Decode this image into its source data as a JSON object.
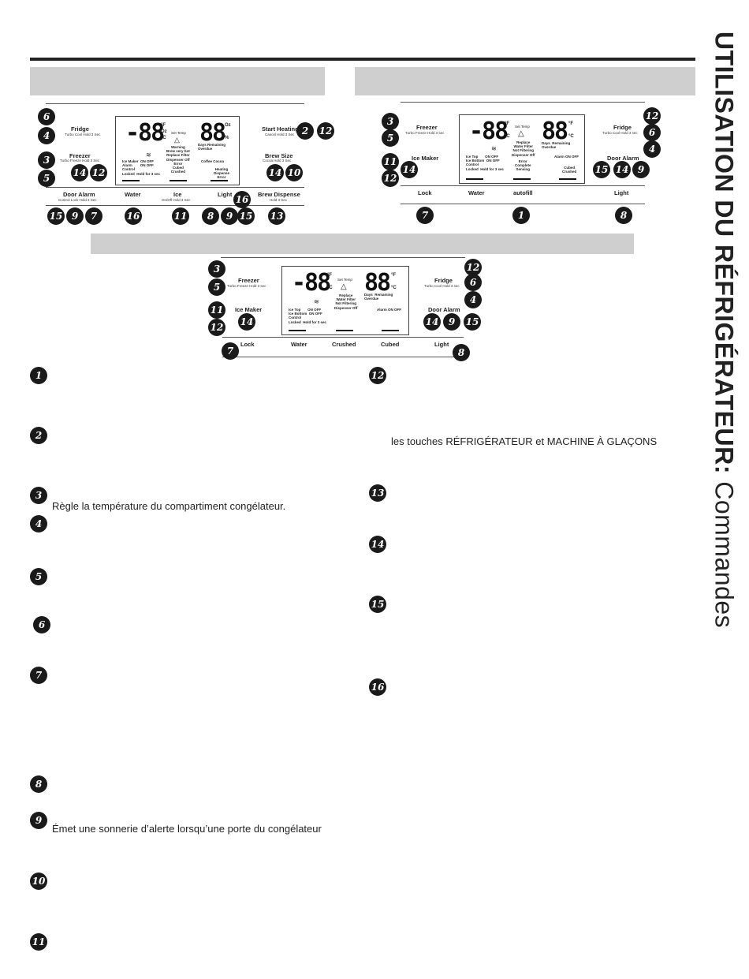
{
  "title": {
    "bold": "UTILISATION DU RÉFRIGÉRATEUR:",
    "light": " Commandes"
  },
  "panel1": {
    "lcd": {
      "big1": "-88",
      "big2": "88",
      "u_oz": "Oz",
      "u_pct": "%",
      "u_f": "°F",
      "u_c": "°C",
      "set_temp": "Set Temp",
      "warn": "Warning\nBrew very hot\nReplace Filter\nDispenser Off\nError\nCubed\nCrushed",
      "days": "Days Remaining\nOverdue",
      "icemaker": "Ice Maker  ON OFF\nAlarm        ON OFF\nControl\nLocked  Hold for 3 sec",
      "coffee": "Coffee  Cocoa",
      "heating": "Heating\nDispense\nError"
    },
    "fridge": "Fridge",
    "fridge_sub": "Turbo Cool Hold 3 Sec",
    "freezer": "Freezer",
    "freezer_sub": "Turbo Freeze Hold 3 Sec",
    "start_heating": "Start Heating",
    "start_heating_sub": "Cancel Hold 3 Sec",
    "brew_size": "Brew Size",
    "brew_size_sub": "Cocoa Hold 3 Sec",
    "door_alarm": "Door Alarm",
    "door_alarm_sub": "Control Lock Hold 3 Sec",
    "water": "Water",
    "ice": "Ice",
    "ice_sub": "On/Off Hold 3 Sec",
    "light": "Light",
    "brew_dispense": "Brew Dispense",
    "brew_dispense_sub": "Hold 3 Sec"
  },
  "panel2": {
    "lcd": {
      "big1": "-88",
      "big2": "88",
      "u_f": "°F",
      "u_c": "°C",
      "set_temp": "Set Temp",
      "replace": "Replace\nWater Filter\nNot Filtering\nDispenser Off",
      "days": "Days  Remaining\nOverdue",
      "icetop": "Ice Top       ON OFF\nIce Bottom  ON OFF\nControl\nLocked  Hold for 3 sec",
      "alarm": "Alarm ON OFF",
      "error": "Error\nComplete\nSensing",
      "cubed": "Cubed\nCrushed"
    },
    "freezer": "Freezer",
    "freezer_sub": "Turbo Freeze Hold 3 sec",
    "ice_maker": "Ice Maker",
    "fridge": "Fridge",
    "fridge_sub": "Turbo Cool Hold 3 sec",
    "door_alarm": "Door Alarm",
    "lock": "Lock",
    "water": "Water",
    "autofill": "autofill",
    "light": "Light"
  },
  "panel3": {
    "lcd": {
      "big1": "-88",
      "big2": "88",
      "u_f": "°F",
      "u_c": "°C",
      "set_temp": "Set Temp",
      "replace": "Replace\nWater Filter\nNot Filtering\nDispenser Off",
      "days": "Days  Remaining\nOverdue",
      "icetop": "Ice Top       ON OFF\nIce Bottom  ON OFF\nControl\nLocked  Hold for 3 sec",
      "alarm": "Alarm ON OFF"
    },
    "freezer": "Freezer",
    "freezer_sub": "Turbo Freeze Hold 3 sec",
    "ice_maker": "Ice Maker",
    "fridge": "Fridge",
    "fridge_sub": "Turbo Cool Hold 3 sec",
    "door_alarm": "Door Alarm",
    "lock": "Lock",
    "water": "Water",
    "crushed": "Crushed",
    "cubed": "Cubed",
    "light": "Light"
  },
  "numbers": {
    "n1": "1",
    "n2": "2",
    "n3": "3",
    "n4": "4",
    "n5": "5",
    "n6": "6",
    "n7": "7",
    "n8": "8",
    "n9": "9",
    "n10": "10",
    "n11": "11",
    "n12": "12",
    "n13": "13",
    "n14": "14",
    "n15": "15",
    "n16": "16"
  },
  "descriptions": {
    "d3": "Règle la température du compartiment congélateur.",
    "d9": "Émet une sonnerie d’alerte lorsqu’une porte du congélateur",
    "d12": "les touches RÉFRIGÉRATEUR et MACHINE À GLAÇONS"
  }
}
